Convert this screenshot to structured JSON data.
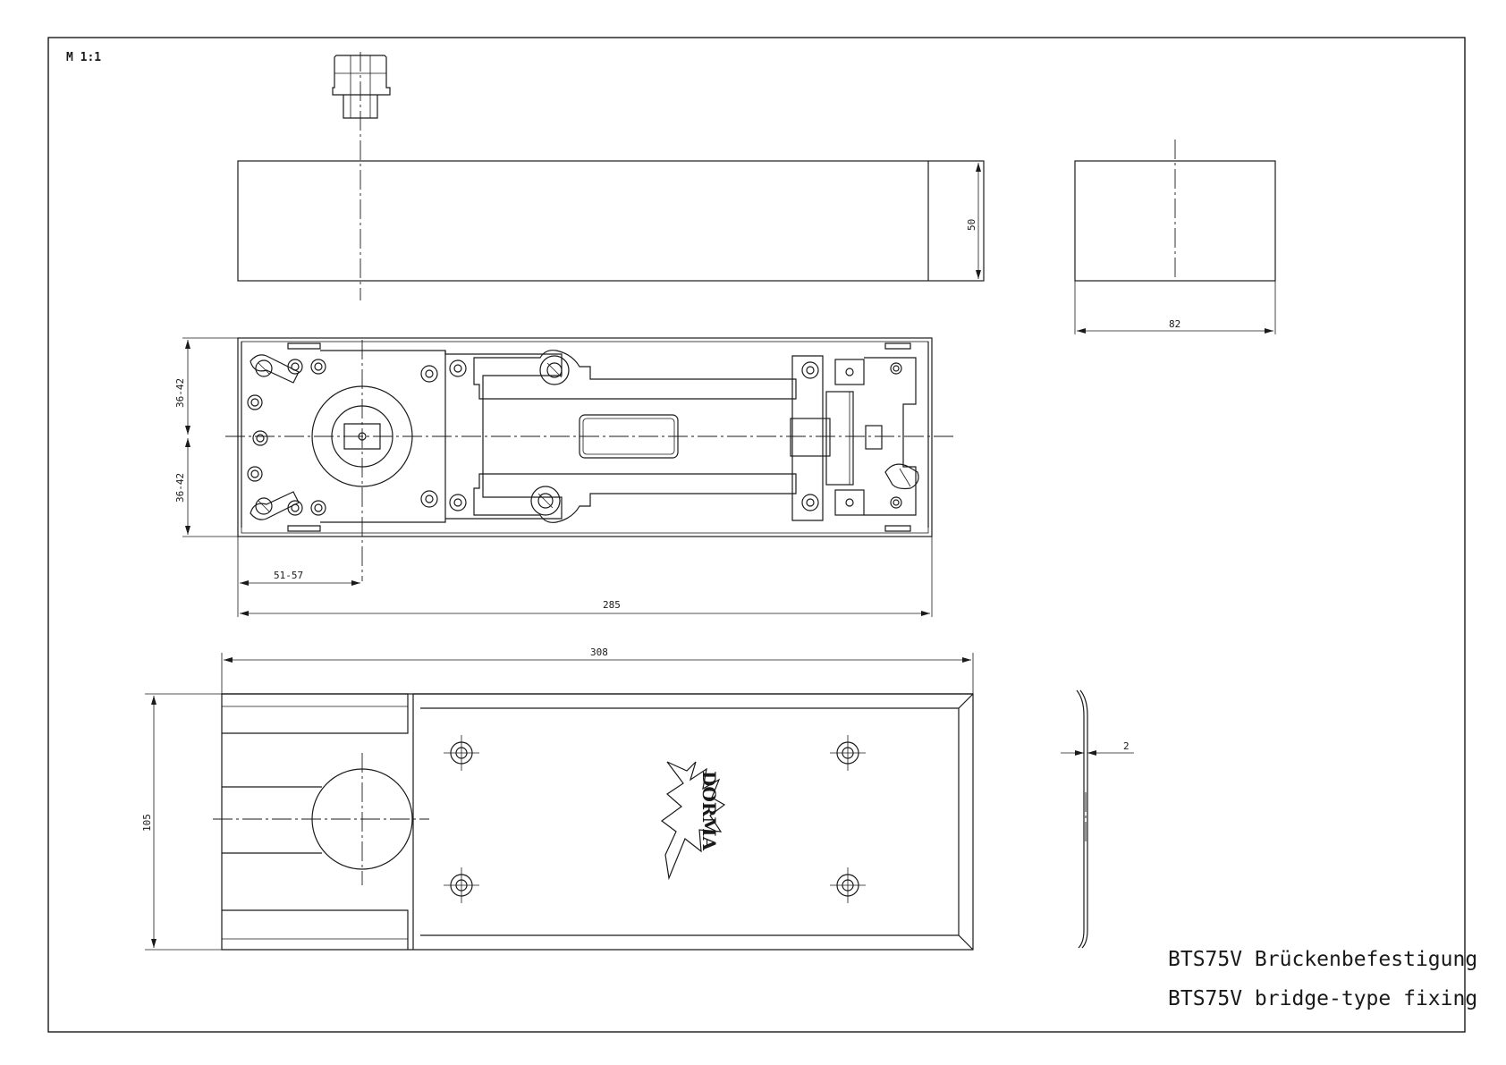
{
  "scale_label": "M 1:1",
  "dimensions": {
    "top_height": "50",
    "side_width": "82",
    "mid_height_upper": "36-42",
    "mid_height_lower": "36-42",
    "spindle_offset": "51-57",
    "body_length": "285",
    "plate_length": "308",
    "plate_height": "105",
    "plate_thickness": "2"
  },
  "logo": {
    "text": "DORMA"
  },
  "caption": {
    "german": "BTS75V Brückenbefestigung",
    "english": "BTS75V bridge-type fixing"
  }
}
